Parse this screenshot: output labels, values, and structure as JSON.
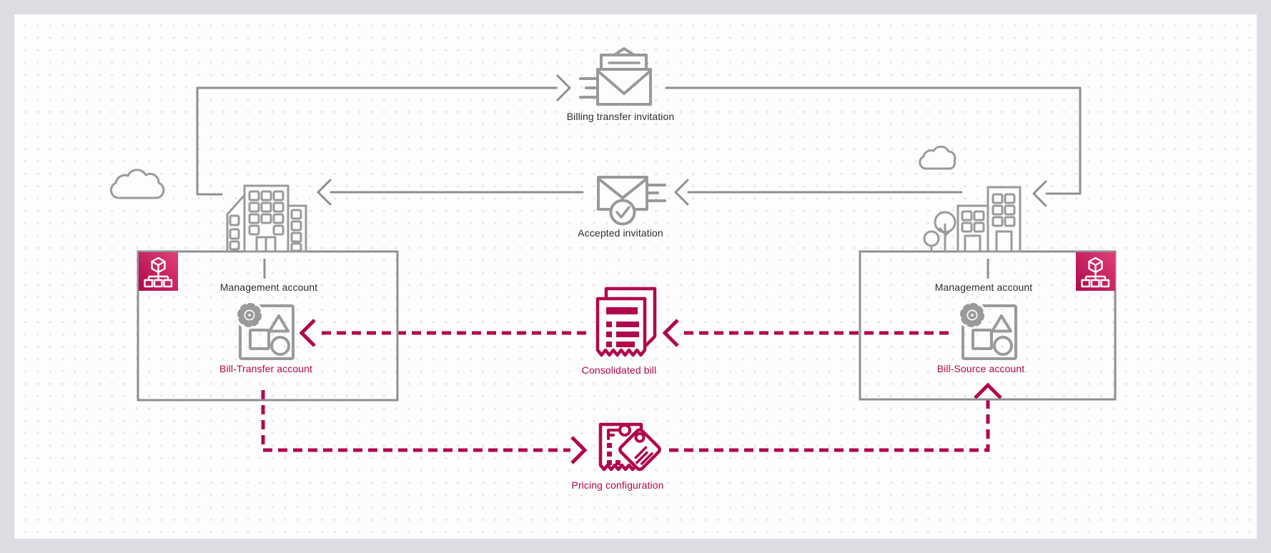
{
  "diagram": {
    "type": "aws-billing-transfer-architecture",
    "colors": {
      "frame": "#dcdce2",
      "canvas": "#fdfdfd",
      "line_gray": "#8f8f8f",
      "accent_pink": "#b0084d",
      "org_icon_gradient": [
        "#b0084d",
        "#e04078"
      ]
    },
    "nodes": {
      "billing_invitation": {
        "label": "Billing transfer invitation",
        "icon": "open-envelope-send-icon"
      },
      "accepted_invitation": {
        "label": "Accepted invitation",
        "icon": "envelope-check-icon"
      },
      "consolidated_bill": {
        "label": "Consolidated bill",
        "icon": "bill-documents-icon"
      },
      "pricing_configuration": {
        "label": "Pricing configuration",
        "icon": "receipt-price-tag-icon"
      },
      "transfer_box": {
        "management_label": "Management account",
        "account_label": "Bill-Transfer account",
        "corner_icon": "aws-organizations-icon",
        "building_icon": "office-building-icon",
        "inner_icon": "account-resources-icon"
      },
      "source_box": {
        "management_label": "Management account",
        "account_label": "Bill-Source account",
        "corner_icon": "aws-organizations-icon",
        "building_icon": "office-building-tree-icon",
        "inner_icon": "account-resources-icon"
      }
    },
    "flows": [
      {
        "name": "billing-transfer-invitation",
        "from": "Bill-Transfer management account",
        "to": "Bill-Source management account",
        "via": "Billing transfer invitation",
        "style": "solid-gray"
      },
      {
        "name": "accepted-invitation",
        "from": "Bill-Source management account",
        "to": "Bill-Transfer management account",
        "via": "Accepted invitation",
        "style": "solid-gray"
      },
      {
        "name": "consolidated-bill",
        "from": "Bill-Source account",
        "to": "Bill-Transfer account",
        "via": "Consolidated bill",
        "style": "dashed-pink"
      },
      {
        "name": "pricing-configuration",
        "from": "Bill-Transfer account",
        "to": "Bill-Source account",
        "via": "Pricing configuration",
        "style": "dashed-pink"
      }
    ]
  }
}
